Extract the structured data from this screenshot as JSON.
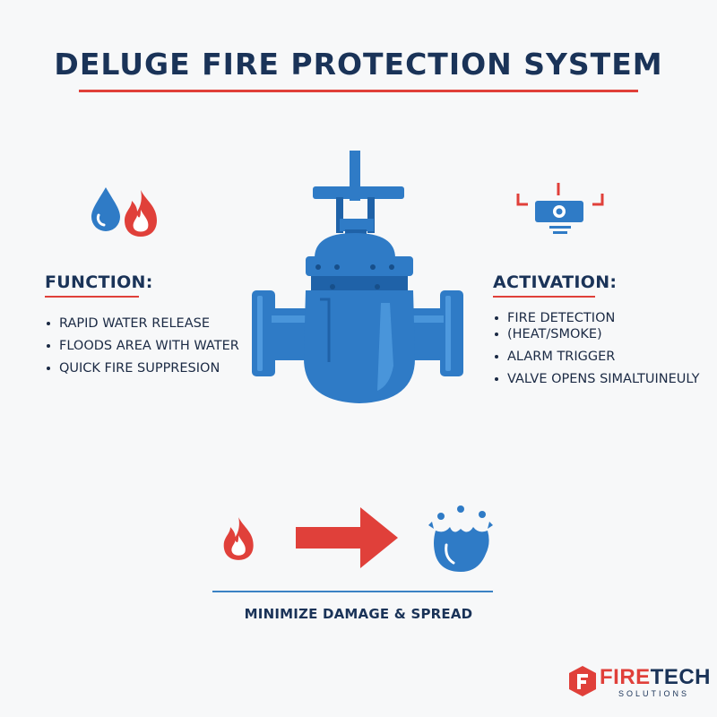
{
  "title": "DELUGE FIRE PROTECTION SYSTEM",
  "function": {
    "heading": "FUNCTION:",
    "items": [
      "RAPID WATER RELEASE",
      "FLOODS AREA WITH WATER",
      "QUICK FIRE SUPPRESION"
    ]
  },
  "activation": {
    "heading": "ACTIVATION:",
    "items": [
      "FIRE DETECTION",
      "(HEAT/SMOKE)",
      "ALARM TRIGGER",
      "VALVE OPENS SIMALTUINEULY"
    ]
  },
  "tagline": "MINIMIZE DAMAGE & SPREAD",
  "logo": {
    "fire": "FIRE",
    "tech": "TECH",
    "sub": "SOLUTIONS"
  },
  "colors": {
    "navy": "#1a3358",
    "red": "#e0403a",
    "blue": "#2f7bc6"
  },
  "icons": [
    "water-drop-icon",
    "flame-icon",
    "detector-icon",
    "gate-valve-icon",
    "arrow-right-icon",
    "water-splash-icon",
    "firetech-logo-icon"
  ]
}
